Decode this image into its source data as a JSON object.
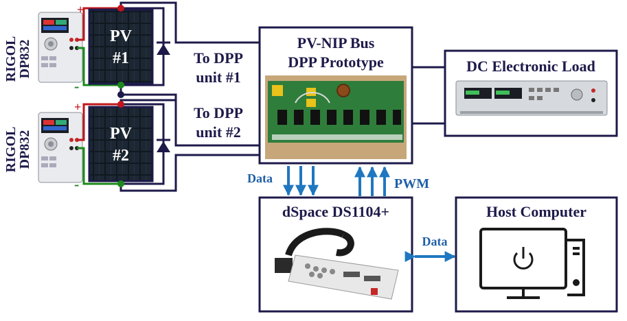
{
  "sources": [
    {
      "label_line1": "RIGOL",
      "label_line2": "DP832",
      "plus": "+",
      "minus": "-"
    },
    {
      "label_line1": "RIGOL",
      "label_line2": "DP832",
      "plus": "+",
      "minus": "-"
    }
  ],
  "pv_panels": [
    {
      "line1": "PV",
      "line2": "#1"
    },
    {
      "line1": "PV",
      "line2": "#2"
    }
  ],
  "dpp_links": [
    {
      "line1": "To DPP",
      "line2": "unit #1"
    },
    {
      "line1": "To DPP",
      "line2": "unit #2"
    }
  ],
  "prototype": {
    "line1": "PV-NIP Bus",
    "line2": "DPP Prototype"
  },
  "load": {
    "title": "DC Electronic Load"
  },
  "controller": {
    "title": "dSpace DS1104+"
  },
  "host": {
    "title": "Host Computer"
  },
  "signals": {
    "data_down": "Data",
    "pwm_up": "PWM",
    "host_link": "Data"
  },
  "colors": {
    "box_border": "#1d1a4a",
    "wire_positive": "#c0151b",
    "wire_negative": "#1b8a1b",
    "wire_neutral": "#1d1a4a",
    "arrow": "#1f77c0",
    "label_blue": "#1f5fa8",
    "label_dark": "#1d1a4a"
  }
}
